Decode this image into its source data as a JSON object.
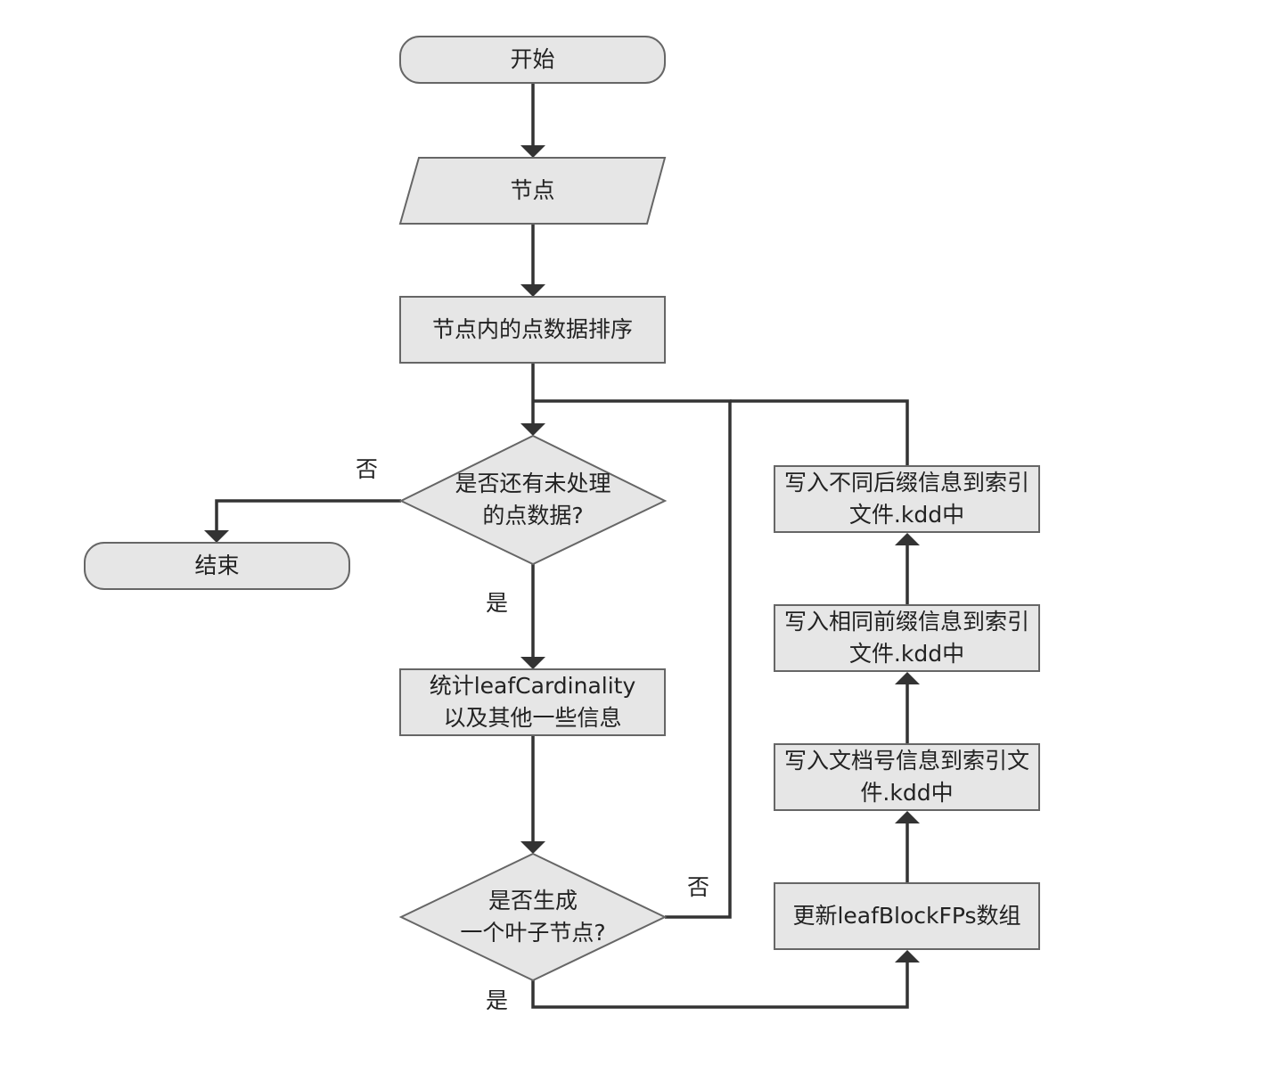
{
  "nodes": {
    "start": {
      "label": "开始"
    },
    "node_input": {
      "label": "节点"
    },
    "sort": {
      "label": "节点内的点数据排序"
    },
    "has_unprocessed": {
      "line1": "是否还有未处理",
      "line2": "的点数据?"
    },
    "end": {
      "label": "结束"
    },
    "stats": {
      "line1": "统计leafCardinality",
      "line2": "以及其他一些信息"
    },
    "gen_leaf": {
      "line1": "是否生成",
      "line2": "一个叶子节点?"
    },
    "update_fps": {
      "label": "更新leafBlockFPs数组"
    },
    "write_docids": {
      "line1": "写入文档号信息到索引文",
      "line2": "件.kdd中"
    },
    "write_common_prefix": {
      "line1": "写入相同前缀信息到索引",
      "line2": "文件.kdd中"
    },
    "write_suffix": {
      "line1": "写入不同后缀信息到索引",
      "line2": "文件.kdd中"
    }
  },
  "edge_labels": {
    "no_to_end": "否",
    "yes_to_stats": "是",
    "no_loop": "否",
    "yes_to_update": "是"
  },
  "colors": {
    "node_fill": "#e6e6e6",
    "node_stroke": "#666666",
    "edge": "#333333",
    "text": "#222222"
  }
}
